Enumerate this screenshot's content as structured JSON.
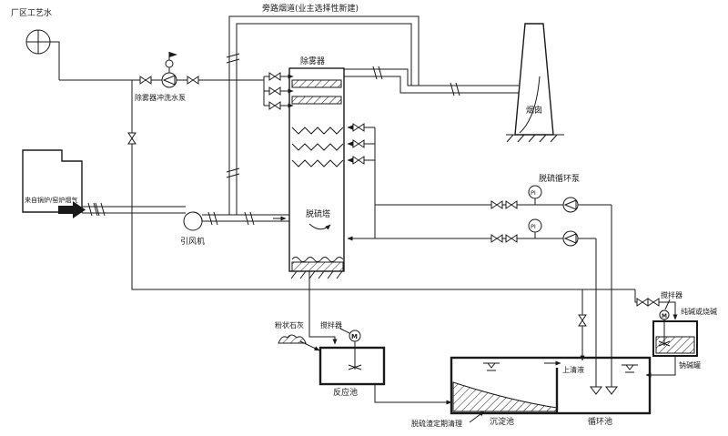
{
  "diagram": {
    "colors": {
      "line": "#1a1a1a",
      "background": "#ffffff"
    },
    "labels": {
      "plant_process_water": "厂区工艺水",
      "bypass_flue": "旁路烟道(业主选择性新建)",
      "demister": "除雾器",
      "demister_flush_pump": "除雾器冲洗水泵",
      "chimney": "烟囱",
      "flue_gas_from_boiler": "来自锅炉/窑炉烟气",
      "id_fan": "引风机",
      "fgd_tower": "脱硫塔",
      "fgd_circulation_pump": "脱硫循环泵",
      "pressure_indicator": "PI",
      "powdered_lime": "粉状石灰",
      "agitator": "搅拌器",
      "motor": "M",
      "reaction_tank": "反应池",
      "supernatant": "上清液",
      "sedimentation_tank": "沉淀池",
      "circulation_tank": "循环池",
      "slag_cleanup": "脱硫渣定期清理",
      "soda_reagent": "纯碱或烧碱",
      "soda_tank": "钠碱罐"
    }
  }
}
